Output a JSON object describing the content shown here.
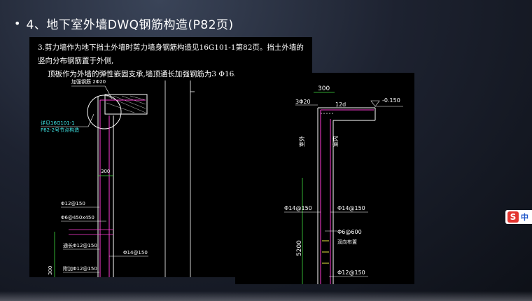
{
  "slide": {
    "bullet": "•",
    "title": "4、地下室外墙DWQ钢筋构造(P82页)"
  },
  "left_drawing": {
    "note_line1": "3.剪力墙作为地下挡土外墙时剪力墙身钢筋构造见16G101-1第82页。挡土外墙的竖向分布钢筋置于外侧,",
    "note_line2": "顶板作为外墙的弹性嵌固支承,墙顶通长加强钢筋为3 Φ16.",
    "label_top": "加强钢筋 2Φ20",
    "label_ref1": "详见16G101-1",
    "label_ref2": "P82-2号节点构造",
    "dim_300": "300",
    "rebar_a": "Φ12@150",
    "rebar_b": "Φ6@450x450",
    "rebar_c": "Φ14@150",
    "rebar_d": "Φ12@150",
    "rebar_e": "Φ12@150",
    "label_dist": "通长Φ12@150",
    "label_add": "附加Φ12@150",
    "dim_bottom": "300"
  },
  "right_drawing": {
    "dim_300": "300",
    "top_bar": "3Φ20",
    "lap": "12d",
    "elevation": "-0.150",
    "outside": "室外",
    "inside": "室内",
    "rebar_left": "Φ14@150",
    "rebar_right": "Φ14@150",
    "tie": "Φ6@600",
    "tie_note": "双向布置",
    "height": "5200",
    "rebar_bottom": "Φ12@150"
  },
  "ime": {
    "logo": "S",
    "mode": "中"
  },
  "colors": {
    "cad_bg": "#000000",
    "cad_white": "#ffffff",
    "cad_green": "#3fdc3f",
    "cad_magenta": "#ff3dd6",
    "cad_yellow": "#e6e640",
    "cad_cyan": "#3fe6e6",
    "ime_red": "#e3342f"
  }
}
